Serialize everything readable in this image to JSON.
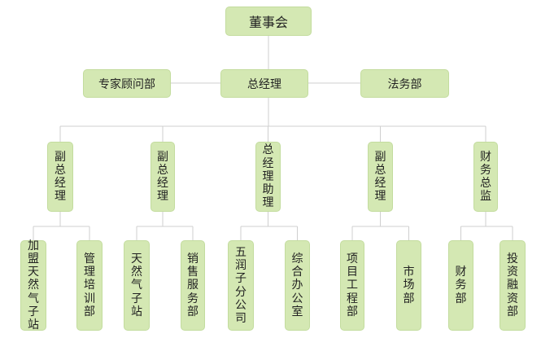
{
  "colors": {
    "node_fill": "#d4e8b3",
    "node_border": "#c3dc9e",
    "line": "#cfcfcf",
    "text": "#222222"
  },
  "root": "董事会",
  "ceo": "总经理",
  "left_dept": "专家顾问部",
  "right_dept": "法务部",
  "managers": [
    {
      "label": "副总经理",
      "children": [
        "加盟天然气子站",
        "管理培训部"
      ]
    },
    {
      "label": "副总经理",
      "children": [
        "天然气子站",
        "销售服务部"
      ]
    },
    {
      "label": "总经理助理",
      "children": [
        "五润子分公司",
        "综合办公室"
      ]
    },
    {
      "label": "副总经理",
      "children": [
        "项目工程部",
        "市场部"
      ]
    },
    {
      "label": "财务总监",
      "children": [
        "财务部",
        "投资融资部"
      ]
    }
  ]
}
